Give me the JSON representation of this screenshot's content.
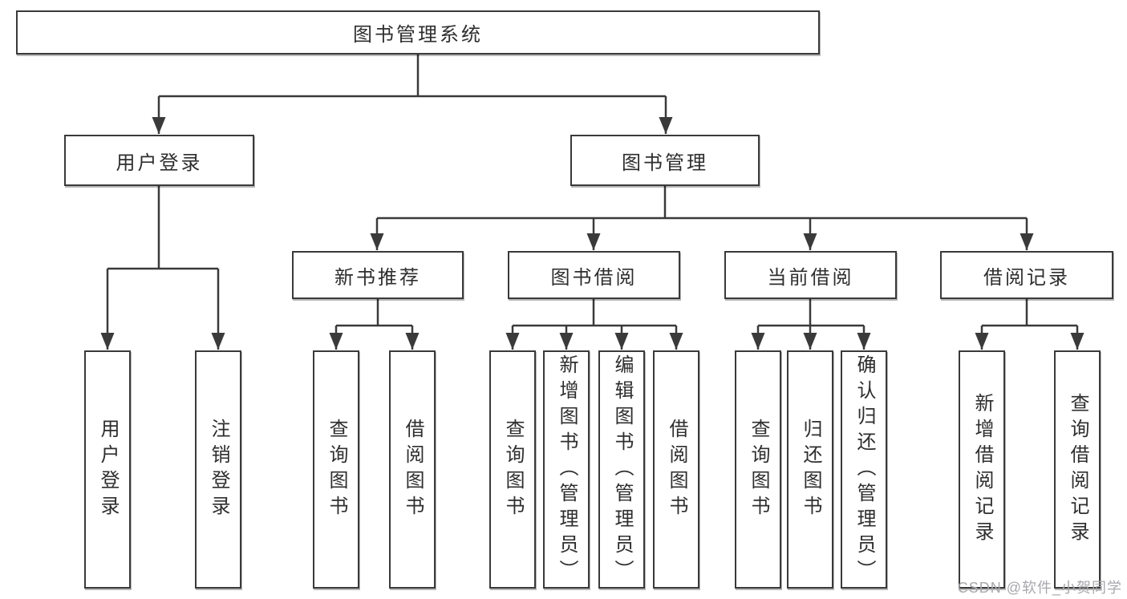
{
  "colors": {
    "line": "#3a3a3a",
    "box_border": "#3a3a3a",
    "text": "#2e2e2e",
    "watermark": "#a8a8ad",
    "background": "#ffffff"
  },
  "tree": {
    "root": "图书管理系统",
    "children": [
      {
        "label": "用户登录",
        "children": [
          "用户登录",
          "注销登录"
        ]
      },
      {
        "label": "图书管理",
        "children": [
          {
            "label": "新书推荐",
            "children": [
              "查询图书",
              "借阅图书"
            ]
          },
          {
            "label": "图书借阅",
            "children": [
              "查询图书",
              "新增图书（管理员）",
              "编辑图书（管理员）",
              "借阅图书"
            ]
          },
          {
            "label": "当前借阅",
            "children": [
              "查询图书",
              "归还图书",
              "确认归还（管理员）"
            ]
          },
          {
            "label": "借阅记录",
            "children": [
              "新增借阅记录",
              "查询借阅记录"
            ]
          }
        ]
      }
    ]
  },
  "watermark": {
    "text": "CSDN @软件_小贺同学"
  }
}
